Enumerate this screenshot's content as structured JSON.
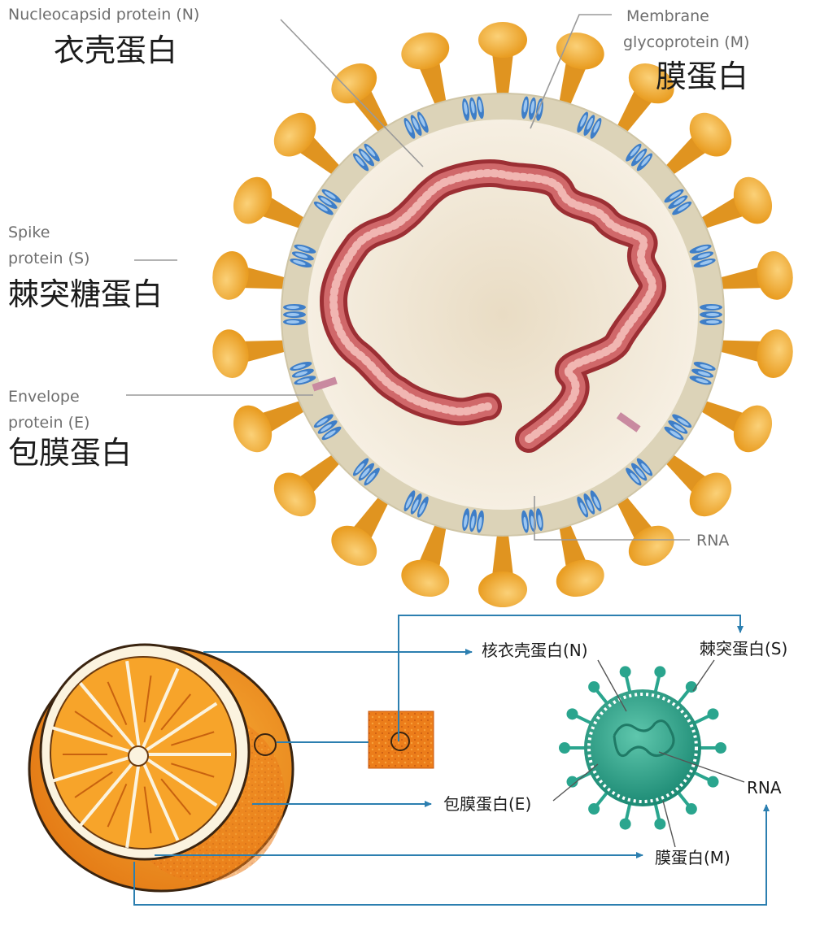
{
  "top_diagram": {
    "labels": {
      "nucleocapsid_en": "Nucleocapsid protein (N)",
      "nucleocapsid_zh": "衣壳蛋白",
      "membrane_en_1": "Membrane",
      "membrane_en_2": "glycoprotein (M)",
      "membrane_zh": "膜蛋白",
      "spike_en_1": "Spike",
      "spike_en_2": "protein (S)",
      "spike_zh": "棘突糖蛋白",
      "envelope_en_1": "Envelope",
      "envelope_en_2": "protein (E)",
      "envelope_zh": "包膜蛋白",
      "rna": "RNA"
    },
    "colors": {
      "spike": "#f2b23a",
      "spike_dark": "#e09420",
      "membrane": "#dcd3b8",
      "interior": "#efe4d0",
      "rna": "#c0494a",
      "m_protein": "#3e7ec8",
      "e_protein": "#c98aa0"
    }
  },
  "bottom_diagram": {
    "labels": {
      "nucleocapsid": "核衣壳蛋白(N)",
      "spike": "棘突蛋白(S)",
      "envelope": "包膜蛋白(E)",
      "rna": "RNA",
      "membrane": "膜蛋白(M)"
    },
    "colors": {
      "orange": "#f49a1c",
      "orange_dark": "#d9731a",
      "virus": "#2aa58e",
      "arrow": "#2c7fb0"
    }
  }
}
